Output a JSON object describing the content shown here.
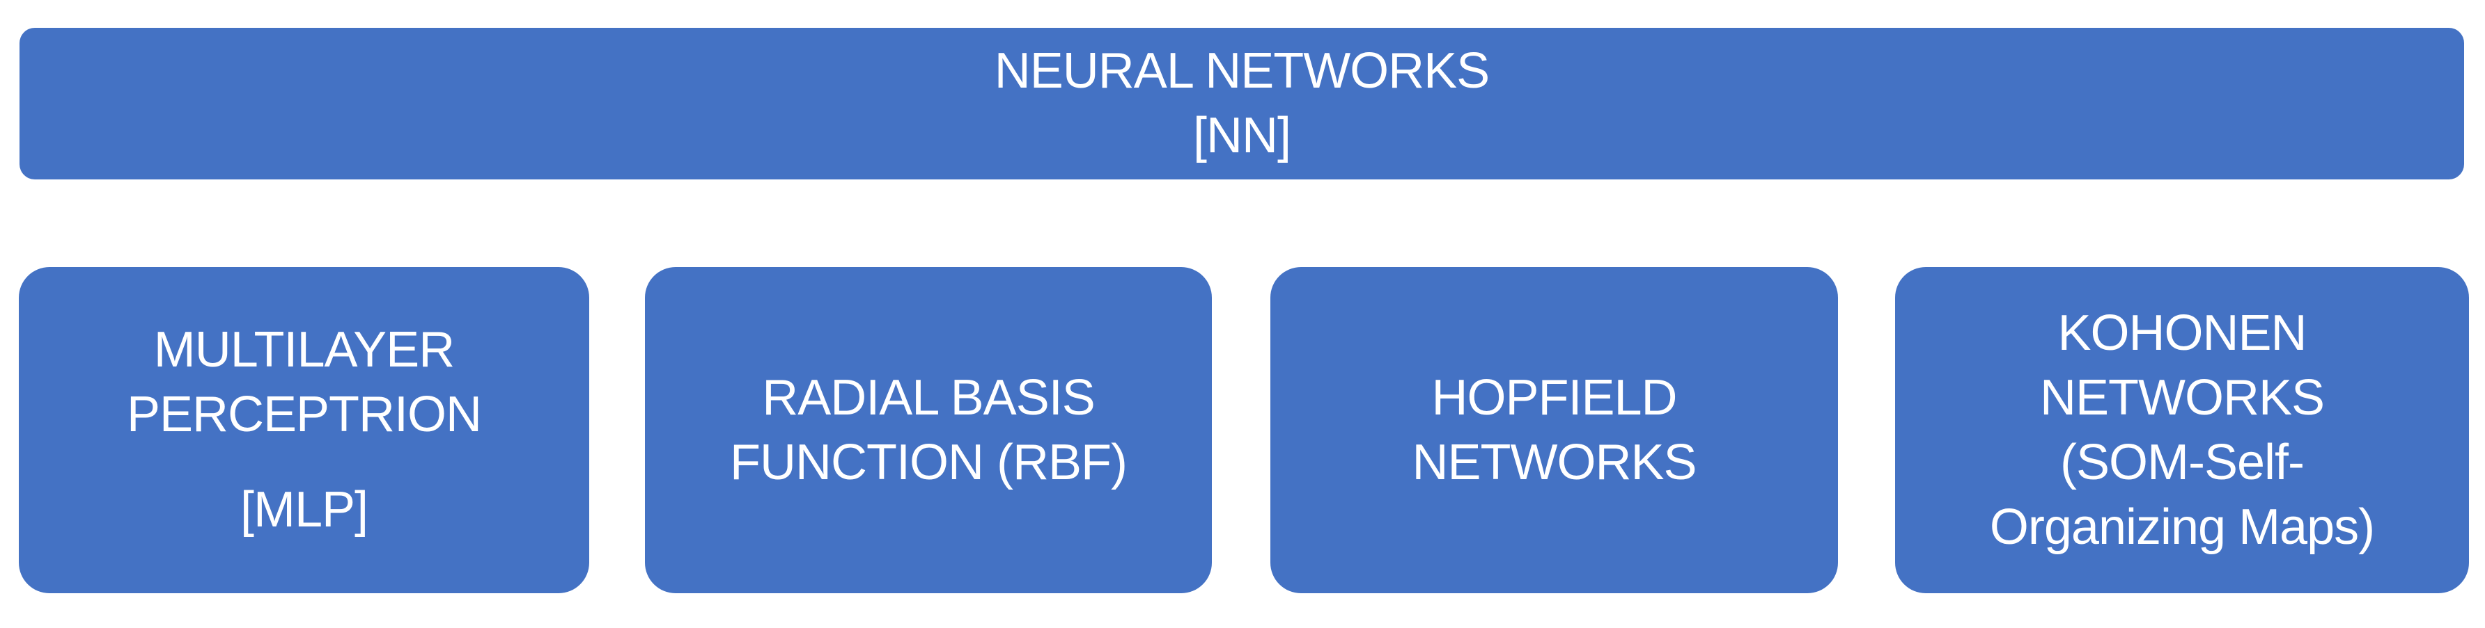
{
  "colors": {
    "node_fill": "#4472C4",
    "node_text": "#FFFFFF",
    "page_background": "#FFFFFF"
  },
  "root_node": {
    "lines": [
      "NEURAL NETWORKS",
      "[NN]"
    ]
  },
  "child_nodes": [
    {
      "paragraphs": [
        [
          "MULTILAYER",
          "PERCEPTRION"
        ],
        [
          "[MLP]"
        ]
      ]
    },
    {
      "paragraphs": [
        [
          "RADIAL BASIS",
          "FUNCTION (RBF)"
        ]
      ]
    },
    {
      "paragraphs": [
        [
          "HOPFIELD",
          "NETWORKS"
        ]
      ]
    },
    {
      "paragraphs": [
        [
          "KOHONEN",
          "NETWORKS",
          "(SOM-Self-",
          "Organizing Maps)"
        ]
      ]
    }
  ]
}
